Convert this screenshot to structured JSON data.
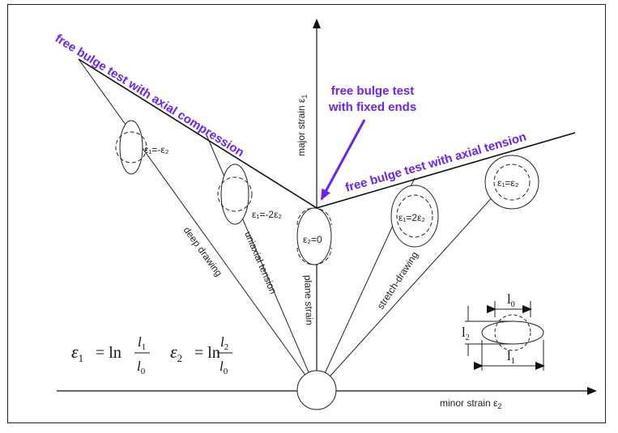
{
  "axes": {
    "x_label": "minor strain ε",
    "x_sub": "2",
    "y_label": "major strain ε",
    "y_sub": "1"
  },
  "annotations": {
    "axial_compression": "free bulge test with axial compression",
    "fixed_ends_line1": "free bulge test",
    "fixed_ends_line2": "with fixed ends",
    "axial_tension": "free bulge test with axial tension"
  },
  "paths": {
    "deep_drawing": "deep drawing",
    "uniaxial_tension": "uniaxial tension",
    "plane_strain": "plane strain",
    "stretch_drawing": "stretch-drawing"
  },
  "ellipse_labels": {
    "e1_neg_e2": "ε₁=-ε₂",
    "e1_neg_2e2": "ε₁=-2ε₂",
    "e2_zero": "ε₂=0",
    "e1_2e2": "ε₁=2ε₂",
    "e1_e2": "ε₁=ε₂"
  },
  "formula": {
    "eps1": "ε",
    "sub1": "1",
    "eq1": "= ln",
    "num1": "l",
    "num1_sub": "1",
    "den1": "l",
    "den1_sub": "0",
    "eps2": "ε",
    "sub2": "2",
    "eq2": "= ln",
    "num2": "l",
    "num2_sub": "2",
    "den2": "l",
    "den2_sub": "0"
  },
  "inset": {
    "l0": "l",
    "l0_sub": "0",
    "l1": "l",
    "l1_sub": "1",
    "l2": "l",
    "l2_sub": "2"
  },
  "colors": {
    "annotation": "#6a22ff",
    "line": "#222222"
  }
}
